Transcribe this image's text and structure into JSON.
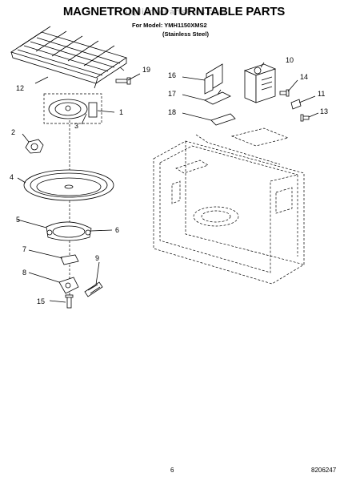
{
  "header": {
    "title": "MAGNETRON AND TURNTABLE PARTS",
    "model_line": "For Model: YMH1150XMS2",
    "finish_line": "(Stainless Steel)",
    "watermark": "AppliancePartsPros.com"
  },
  "callouts": [
    "1",
    "2",
    "3",
    "4",
    "5",
    "6",
    "7",
    "8",
    "9",
    "10",
    "11",
    "12",
    "13",
    "14",
    "15",
    "16",
    "17",
    "18",
    "19"
  ],
  "footer": {
    "page_number": "6",
    "doc_number": "8206247"
  }
}
